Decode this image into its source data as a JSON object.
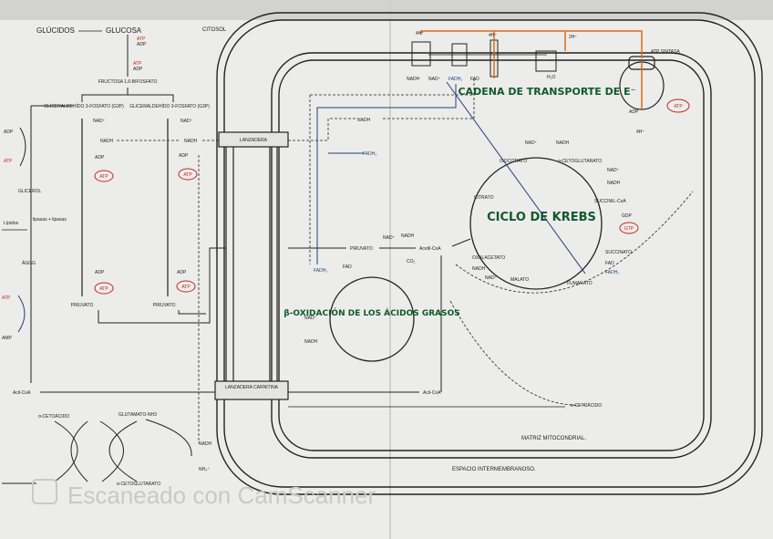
{
  "labels": {
    "glucidos": "GLÚCIDOS",
    "glucosa": "GLUCOSA",
    "citosol": "CITOSOL",
    "fructosa": "FRUCTOSA 1,6-BIFOSFATO",
    "gliceraldehido_l": "GLICERALDEHÍDO 3-FOSFATO (G3P)",
    "gliceraldehido_r": "GLICERALDEHÍDO 3-FOSFATO (G3P)",
    "glicerol": "GLICEROL",
    "lipidos": "Lípidos",
    "lipasas": "lipasas + lipasas",
    "agg": "ÁGGG",
    "acil_coa_left": "Acil-CoA",
    "acil_coa_mid": "Acil-CoA",
    "piruvato_l": "PIRUVATO",
    "piruvato_r": "PIRUVATO",
    "piruvato_mito": "PIRUVATO",
    "lanzadera_top": "LANZADERA",
    "lanzadera_bottom": "LANZADERA CARNITINA",
    "acetil_coa": "Acetil-CoA",
    "citrato": "CITRATO",
    "isocitrato": "ISOCITRATO",
    "a_cetoglutarato": "α-CETOGLUTARATO",
    "succinil_coa": "SUCCINIL-CoA",
    "succinato": "SUCCINATO",
    "fumarato": "FUMARATO",
    "malato": "MALATO",
    "oxalacetato": "OXALACETATO",
    "a_cetoacido": "α-CETOÁCIDO",
    "glutamato": "GLUTAMATO-NH3",
    "a_cetoglutarato_bottom": "α-CETOGLUTARATO",
    "a_cetoacido_bottom": "α-CETOÁCIDO",
    "nh4": "NH₄⁺",
    "matriz": "MATRIZ MITOCONDRIAL.",
    "espacio": "ESPACIO INTERMEMBRANOSO.",
    "atp_sintasa": "ATP SINTASA",
    "ciclo_krebs": "CICLO DE KREBS",
    "cadena": "CADENA DE TRANSPORTE DE E⁻",
    "beta_ox": "β-OXIDACIÓN DE LOS ÁCIDOS GRASOS",
    "watermark": "Escaneado con CamScanner",
    "atp": "ATP",
    "adp": "ADP",
    "amp": "AMP",
    "nadh": "NADH",
    "nad": "NAD⁺",
    "fadh2": "FADH₂",
    "fad": "FAD",
    "gtp": "GTP",
    "gdp": "GDP",
    "co2": "CO₂",
    "h4": "4H⁺",
    "h2": "2H⁺",
    "h2o": "H₂O"
  },
  "colors": {
    "ink": "#222222",
    "red": "#c0281c",
    "blue": "#23407a",
    "green": "#0f5a2a",
    "orange": "#e06a18"
  }
}
